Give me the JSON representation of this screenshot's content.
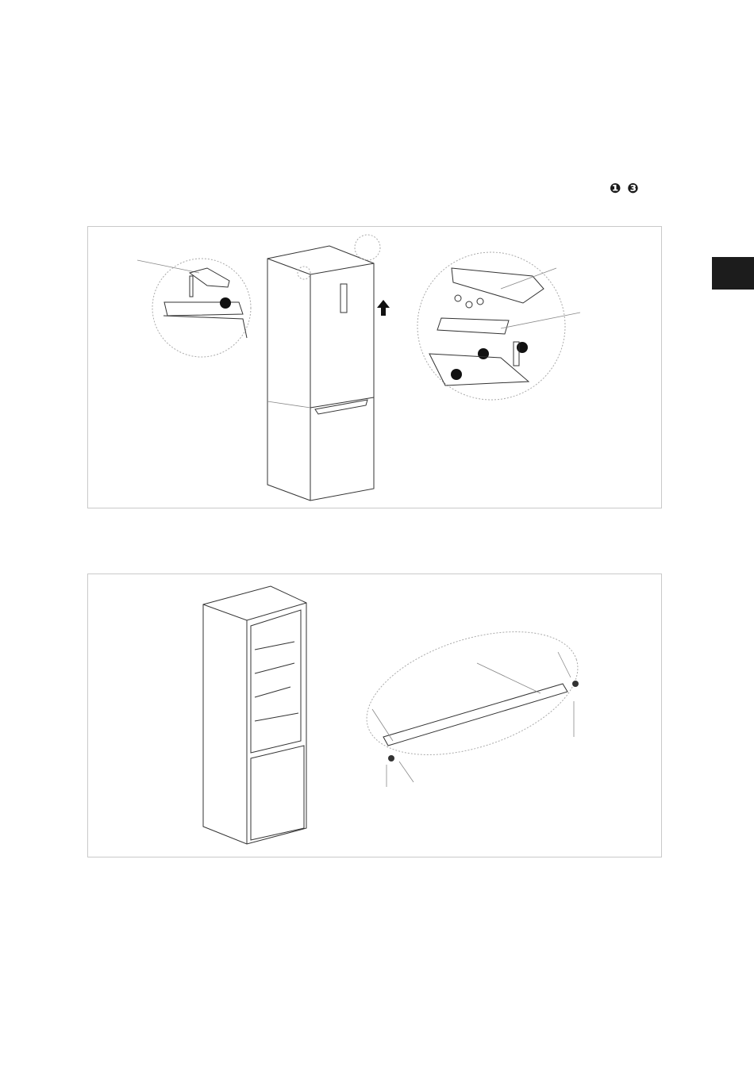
{
  "step_markers": "❶ ❸",
  "figures": [
    {
      "id": "fig1",
      "description_name": "top-hinge-removal"
    },
    {
      "id": "fig2",
      "description_name": "door-removed-top-hinge-bar"
    }
  ]
}
